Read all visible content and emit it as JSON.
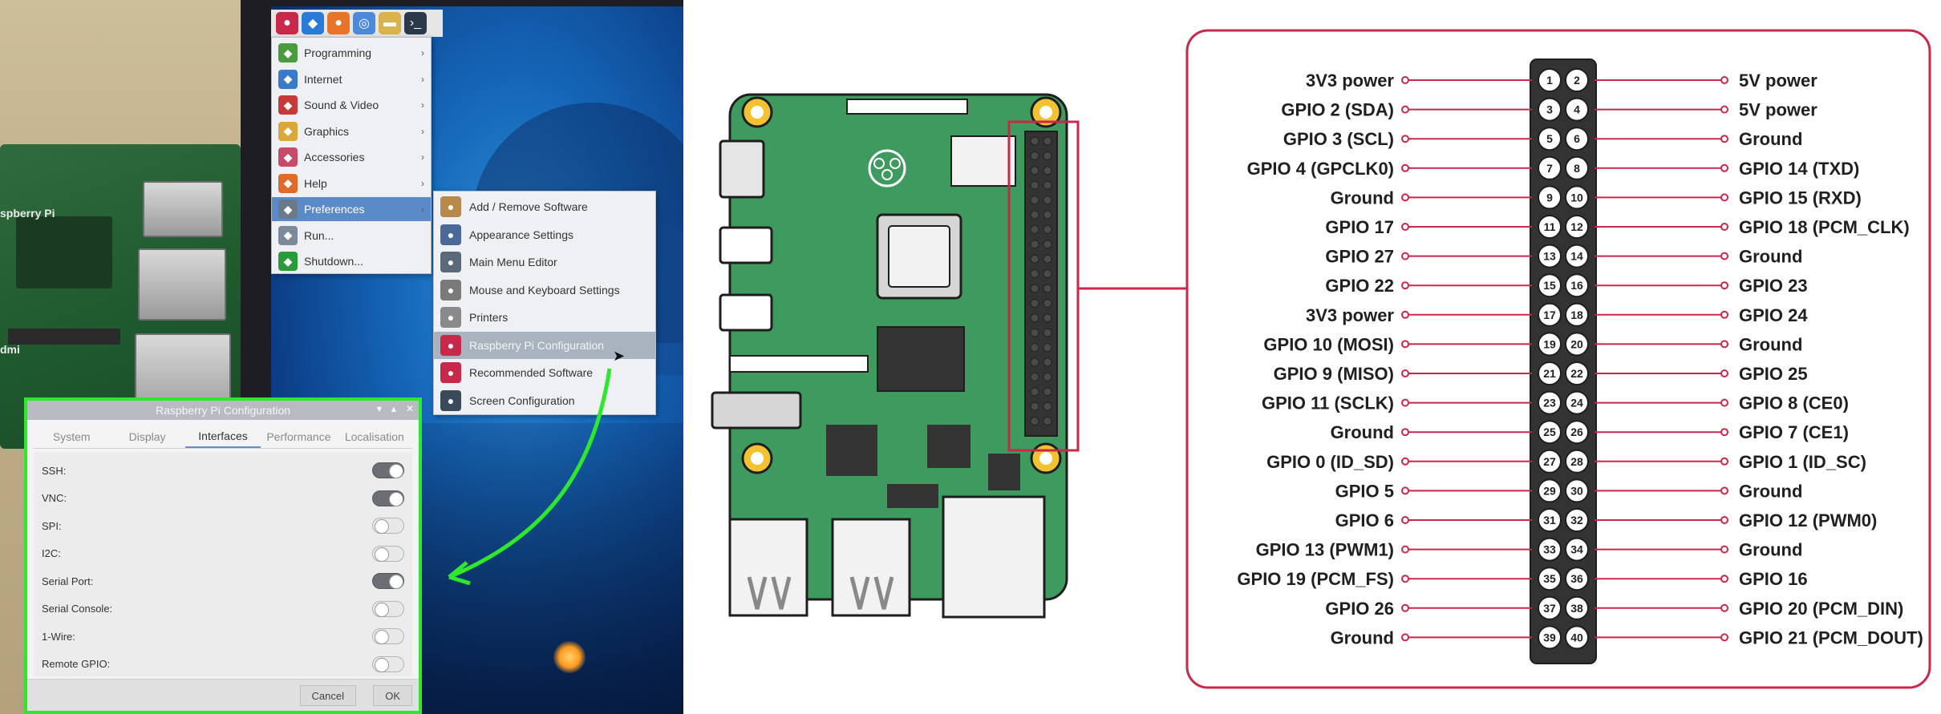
{
  "start_menu": {
    "taskbar_icons": [
      "raspberry-icon",
      "vscode-icon",
      "firefox-icon",
      "globe-icon",
      "folder-icon",
      "terminal-icon"
    ],
    "items": [
      {
        "label": "Programming",
        "icon": "code-icon",
        "color": "#4a9a3e",
        "submenu": true
      },
      {
        "label": "Internet",
        "icon": "globe-icon",
        "color": "#3a7ac8",
        "submenu": true
      },
      {
        "label": "Sound & Video",
        "icon": "film-icon",
        "color": "#c83a3a",
        "submenu": true
      },
      {
        "label": "Graphics",
        "icon": "palette-icon",
        "color": "#d8a83a",
        "submenu": true
      },
      {
        "label": "Accessories",
        "icon": "tools-icon",
        "color": "#c84a6a",
        "submenu": true
      },
      {
        "label": "Help",
        "icon": "lifebuoy-icon",
        "color": "#e06a2a",
        "submenu": true
      },
      {
        "label": "Preferences",
        "icon": "sliders-icon",
        "color": "#6a7a8a",
        "submenu": true,
        "active": true
      },
      {
        "label": "Run...",
        "icon": "paper-plane-icon",
        "color": "#7a8a9a",
        "submenu": false
      },
      {
        "label": "Shutdown...",
        "icon": "exit-icon",
        "color": "#2a9a3a",
        "submenu": false
      }
    ]
  },
  "preferences_submenu": [
    {
      "label": "Add / Remove Software",
      "icon": "package-icon",
      "color": "#b88a4a"
    },
    {
      "label": "Appearance Settings",
      "icon": "appearance-icon",
      "color": "#4a6a9a"
    },
    {
      "label": "Main Menu Editor",
      "icon": "menu-editor-icon",
      "color": "#5a6a7a"
    },
    {
      "label": "Mouse and Keyboard Settings",
      "icon": "keyboard-icon",
      "color": "#7a7a7a"
    },
    {
      "label": "Printers",
      "icon": "printer-icon",
      "color": "#8a8a8a"
    },
    {
      "label": "Raspberry Pi Configuration",
      "icon": "raspberry-icon",
      "color": "#c8284a",
      "active": true
    },
    {
      "label": "Recommended Software",
      "icon": "raspberry-icon",
      "color": "#c8284a"
    },
    {
      "label": "Screen Configuration",
      "icon": "monitor-icon",
      "color": "#3a4a5a"
    }
  ],
  "config_dialog": {
    "title": "Raspberry Pi Configuration",
    "tabs": [
      {
        "label": "System",
        "active": false
      },
      {
        "label": "Display",
        "active": false
      },
      {
        "label": "Interfaces",
        "active": true
      },
      {
        "label": "Performance",
        "active": false
      },
      {
        "label": "Localisation",
        "active": false
      }
    ],
    "settings": [
      {
        "label": "SSH:",
        "enabled": true
      },
      {
        "label": "VNC:",
        "enabled": true
      },
      {
        "label": "SPI:",
        "enabled": false
      },
      {
        "label": "I2C:",
        "enabled": false
      },
      {
        "label": "Serial Port:",
        "enabled": true
      },
      {
        "label": "Serial Console:",
        "enabled": false
      },
      {
        "label": "1-Wire:",
        "enabled": false
      },
      {
        "label": "Remote GPIO:",
        "enabled": false
      }
    ],
    "cancel_label": "Cancel",
    "ok_label": "OK",
    "highlight_color": "#2ee82e"
  },
  "photo": {
    "board_logo": "spberry Pi",
    "board_print": "dmi"
  },
  "pinout": {
    "accent_color": "#c8284a",
    "pins": [
      {
        "num": 1,
        "label": "3V3 power"
      },
      {
        "num": 2,
        "label": "5V power"
      },
      {
        "num": 3,
        "label": "GPIO 2 (SDA)"
      },
      {
        "num": 4,
        "label": "5V power"
      },
      {
        "num": 5,
        "label": "GPIO 3 (SCL)"
      },
      {
        "num": 6,
        "label": "Ground"
      },
      {
        "num": 7,
        "label": "GPIO 4 (GPCLK0)"
      },
      {
        "num": 8,
        "label": "GPIO 14 (TXD)"
      },
      {
        "num": 9,
        "label": "Ground"
      },
      {
        "num": 10,
        "label": "GPIO 15 (RXD)"
      },
      {
        "num": 11,
        "label": "GPIO 17"
      },
      {
        "num": 12,
        "label": "GPIO 18 (PCM_CLK)"
      },
      {
        "num": 13,
        "label": "GPIO 27"
      },
      {
        "num": 14,
        "label": "Ground"
      },
      {
        "num": 15,
        "label": "GPIO 22"
      },
      {
        "num": 16,
        "label": "GPIO 23"
      },
      {
        "num": 17,
        "label": "3V3 power"
      },
      {
        "num": 18,
        "label": "GPIO 24"
      },
      {
        "num": 19,
        "label": "GPIO 10 (MOSI)"
      },
      {
        "num": 20,
        "label": "Ground"
      },
      {
        "num": 21,
        "label": "GPIO 9 (MISO)"
      },
      {
        "num": 22,
        "label": "GPIO 25"
      },
      {
        "num": 23,
        "label": "GPIO 11 (SCLK)"
      },
      {
        "num": 24,
        "label": "GPIO 8 (CE0)"
      },
      {
        "num": 25,
        "label": "Ground"
      },
      {
        "num": 26,
        "label": "GPIO 7 (CE1)"
      },
      {
        "num": 27,
        "label": "GPIO 0 (ID_SD)"
      },
      {
        "num": 28,
        "label": "GPIO 1 (ID_SC)"
      },
      {
        "num": 29,
        "label": "GPIO 5"
      },
      {
        "num": 30,
        "label": "Ground"
      },
      {
        "num": 31,
        "label": "GPIO 6"
      },
      {
        "num": 32,
        "label": "GPIO 12 (PWM0)"
      },
      {
        "num": 33,
        "label": "GPIO 13 (PWM1)"
      },
      {
        "num": 34,
        "label": "Ground"
      },
      {
        "num": 35,
        "label": "GPIO 19 (PCM_FS)"
      },
      {
        "num": 36,
        "label": "GPIO 16"
      },
      {
        "num": 37,
        "label": "GPIO 26"
      },
      {
        "num": 38,
        "label": "GPIO 20 (PCM_DIN)"
      },
      {
        "num": 39,
        "label": "Ground"
      },
      {
        "num": 40,
        "label": "GPIO 21 (PCM_DOUT)"
      }
    ]
  }
}
